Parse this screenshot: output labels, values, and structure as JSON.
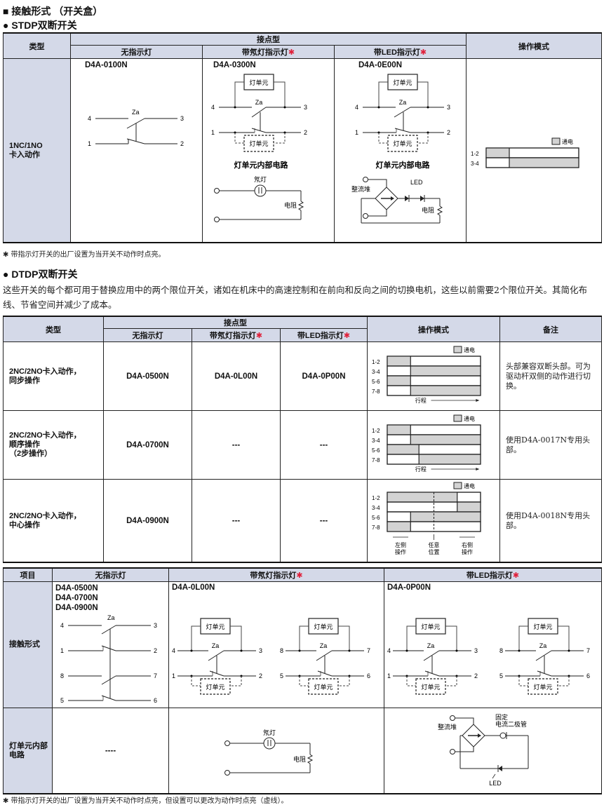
{
  "section_title": "■ 接触形式 （开关盒）",
  "stdp": {
    "title": "● STDP双断开关",
    "header": {
      "type": "类型",
      "contact_group": "接点型",
      "col_no_lamp": "无指示灯",
      "col_neon": "带氖灯指示灯",
      "col_led": "带LED指示灯",
      "star": "✱",
      "col_mode": "操作模式"
    },
    "row": {
      "type_line1": "1NC/1NO",
      "type_line2": "卡入动作",
      "model_no_lamp": "D4A-0100N",
      "model_neon": "D4A-0300N",
      "model_led": "D4A-0E00N",
      "circuit_title": "灯单元内部电路",
      "lamp_unit": "灯单元",
      "za": "Za",
      "terminals": [
        "4",
        "3",
        "1",
        "2"
      ],
      "neon_label": "氖灯",
      "resistor_label": "电阻",
      "rectifier_label": "整流堆",
      "led_label": "LED",
      "legend": "通电",
      "mode_rows": [
        {
          "label": "1-2",
          "energized": [
            [
              0,
              0.25
            ]
          ]
        },
        {
          "label": "3-4",
          "energized": [
            [
              0.25,
              1
            ]
          ]
        }
      ]
    },
    "footnote": "✱ 带指示灯开关的出厂设置为当开关不动作时点亮。"
  },
  "dtdp": {
    "title": "● DTDP双断开关",
    "description": "这些开关的每个都可用于替换应用中的两个限位开关，诸如在机床中的高速控制和在前向和反向之间的切换电机，这些以前需要2个限位开关。其简化布线、节省空间并减少了成本。",
    "header": {
      "type": "类型",
      "contact_group": "接点型",
      "col_no_lamp": "无指示灯",
      "col_neon": "带氖灯指示灯",
      "col_led": "带LED指示灯",
      "star": "✱",
      "col_mode": "操作模式",
      "col_remark": "备注"
    },
    "legend": "通电",
    "stroke_label": "行程",
    "rows": [
      {
        "type": "2NC/2NO卡入动作，\n同步操作",
        "no_lamp": "D4A-0500N",
        "neon": "D4A-0L00N",
        "led": "D4A-0P00N",
        "remark": "头部兼容双断头部。可为驱动杆双侧的动作进行切换。",
        "mode": [
          {
            "label": "1-2",
            "energized": [
              [
                0,
                0.25
              ]
            ]
          },
          {
            "label": "3-4",
            "energized": [
              [
                0.25,
                1
              ]
            ]
          },
          {
            "label": "5-6",
            "energized": [
              [
                0,
                0.25
              ]
            ]
          },
          {
            "label": "7-8",
            "energized": [
              [
                0.25,
                1
              ]
            ]
          }
        ]
      },
      {
        "type": "2NC/2NO卡入动作，\n顺序操作\n（2步操作）",
        "no_lamp": "D4A-0700N",
        "neon": "---",
        "led": "---",
        "remark": "使用D4A-0017N专用头部。",
        "mode": [
          {
            "label": "1-2",
            "energized": [
              [
                0,
                0.25
              ]
            ]
          },
          {
            "label": "3-4",
            "energized": [
              [
                0.25,
                1
              ]
            ]
          },
          {
            "label": "5-6",
            "energized": [
              [
                0,
                0.34
              ]
            ]
          },
          {
            "label": "7-8",
            "energized": [
              [
                0.34,
                1
              ]
            ]
          }
        ]
      },
      {
        "type": "2NC/2NO卡入动作，\n中心操作",
        "no_lamp": "D4A-0900N",
        "neon": "---",
        "led": "---",
        "remark": "使用D4A-0018N专用头部。",
        "mode": [
          {
            "label": "1-2",
            "energized": [
              [
                0,
                0.75
              ]
            ]
          },
          {
            "label": "3-4",
            "energized": [
              [
                0.75,
                1
              ]
            ]
          },
          {
            "label": "5-6",
            "energized": [
              [
                0.25,
                1
              ]
            ]
          },
          {
            "label": "7-8",
            "energized": [
              [
                0,
                0.25
              ]
            ]
          }
        ],
        "arrows": {
          "left": "左侧\n操作",
          "center": "任意\n位置",
          "right": "右侧\n操作"
        }
      }
    ]
  },
  "bottom": {
    "header": {
      "item": "项目",
      "no_lamp": "无指示灯",
      "neon": "带氖灯指示灯",
      "led": "带LED指示灯",
      "star": "✱"
    },
    "row1_label": "接触形式",
    "row2_label": "灯单元内部\n电路",
    "no_lamp_models": [
      "D4A-0500N",
      "D4A-0700N",
      "D4A-0900N"
    ],
    "neon_model": "D4A-0L00N",
    "led_model": "D4A-0P00N",
    "dash": "----",
    "lamp_unit": "灯单元",
    "za": "Za",
    "neon_label": "氖灯",
    "resistor_label": "电阻",
    "rectifier_label": "整流堆",
    "crd_label": "固定\n电流二极管",
    "led_label": "LED",
    "footnote": "✱ 带指示灯开关的出厂设置为当开关不动作时点亮，但设置可以更改为动作时点亮（虚线）。"
  }
}
